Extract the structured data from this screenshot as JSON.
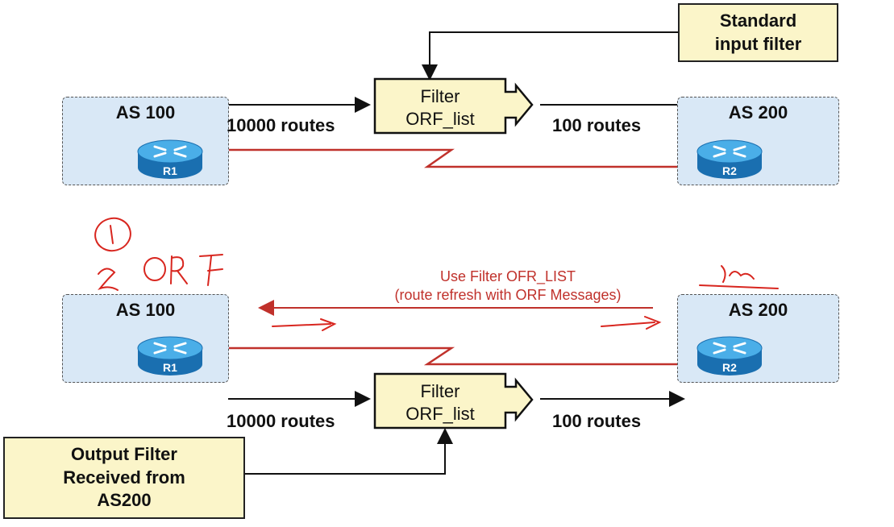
{
  "top": {
    "as_left": "AS 100",
    "as_right": "AS 200",
    "router_left": "R1",
    "router_right": "R2",
    "filter_line1": "Filter",
    "filter_line2": "ORF_list",
    "routes_in": "10000 routes",
    "routes_out": "100 routes",
    "note_line1": "Standard",
    "note_line2": "input filter"
  },
  "bottom": {
    "as_left": "AS 100",
    "as_right": "AS 200",
    "router_left": "R1",
    "router_right": "R2",
    "filter_line1": "Filter",
    "filter_line2": "ORF_list",
    "routes_in": "10000 routes",
    "routes_out": "100 routes",
    "note_line1": "Output Filter",
    "note_line2": "Received from",
    "note_line3": "AS200",
    "orf_line1": "Use Filter OFR_LIST",
    "orf_line2": "(route refresh with ORF Messages)"
  },
  "colors": {
    "as_fill": "#d9e8f6",
    "note_fill": "#fbf5c9",
    "link_red": "#c0312b",
    "router_blue": "#1f8fd6"
  }
}
